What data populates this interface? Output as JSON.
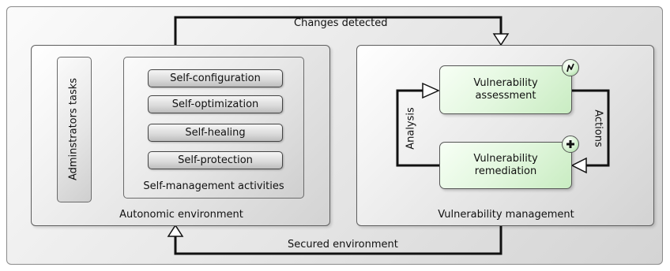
{
  "flows": {
    "top_label": "Changes detected",
    "bottom_label": "Secured environment",
    "left_loop_label": "Analysis",
    "right_loop_label": "Actions"
  },
  "autonomic": {
    "title": "Autonomic environment",
    "admin_label": "Adminstrators tasks",
    "self_management": {
      "title": "Self-management activities",
      "items": [
        "Self-configuration",
        "Self-optimization",
        "Self-healing",
        "Self-protection"
      ]
    }
  },
  "vulnerability": {
    "title": "Vulnerability management",
    "assessment": "Vulnerability\nassessment",
    "remediation": "Vulnerability\nremediation",
    "assessment_icon": "lightning-icon",
    "remediation_icon": "plus-icon"
  }
}
